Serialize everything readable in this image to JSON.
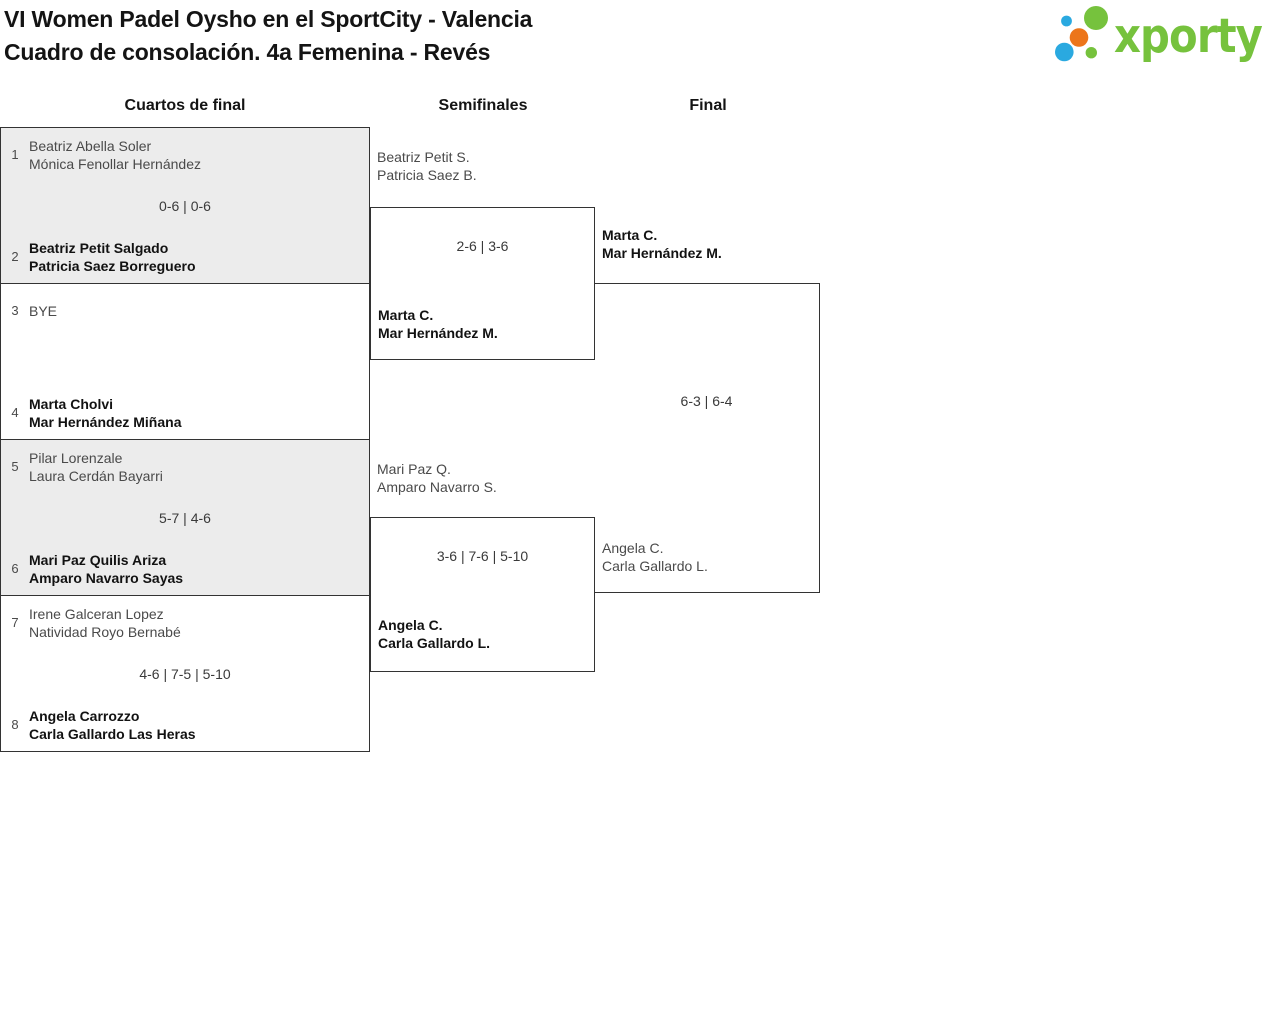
{
  "header": {
    "title_line1": "VI Women Padel Oysho en el SportCity - Valencia",
    "title_line2": "Cuadro de consolación. 4a Femenina - Revés"
  },
  "logo": {
    "wordmark": "xporty",
    "colors": {
      "green": "#76c23d",
      "blue": "#2aa9e0",
      "orange": "#ec751a"
    }
  },
  "columns": {
    "quarterfinals": "Cuartos de final",
    "semifinals": "Semifinales",
    "final": "Final"
  },
  "bracket": {
    "quarterfinals": [
      {
        "top": {
          "seed": "1",
          "line1": "Beatriz Abella Soler",
          "line2": "Mónica Fenollar Hernández",
          "winner": false
        },
        "score": "0-6 | 0-6",
        "bottom": {
          "seed": "2",
          "line1": "Beatriz Petit Salgado",
          "line2": "Patricia Saez Borreguero",
          "winner": true
        }
      },
      {
        "top": {
          "seed": "3",
          "line1": "BYE",
          "line2": "",
          "winner": false
        },
        "score": "",
        "bottom": {
          "seed": "4",
          "line1": "Marta Cholvi",
          "line2": "Mar Hernández Miñana",
          "winner": true
        }
      },
      {
        "top": {
          "seed": "5",
          "line1": "Pilar Lorenzale",
          "line2": "Laura Cerdán Bayarri",
          "winner": false
        },
        "score": "5-7 | 4-6",
        "bottom": {
          "seed": "6",
          "line1": "Mari Paz Quilis Ariza",
          "line2": "Amparo Navarro Sayas",
          "winner": true
        }
      },
      {
        "top": {
          "seed": "7",
          "line1": "Irene Galceran Lopez",
          "line2": "Natividad Royo Bernabé",
          "winner": false
        },
        "score": "4-6 | 7-5 | 5-10",
        "bottom": {
          "seed": "8",
          "line1": "Angela Carrozzo",
          "line2": "Carla Gallardo Las Heras",
          "winner": true
        }
      }
    ],
    "semifinals": [
      {
        "top": {
          "line1": "Beatriz Petit S.",
          "line2": "Patricia Saez B.",
          "winner": false
        },
        "score": "2-6 | 3-6",
        "bottom": {
          "line1": "Marta C.",
          "line2": "Mar Hernández M.",
          "winner": true
        }
      },
      {
        "top": {
          "line1": "Mari Paz Q.",
          "line2": "Amparo Navarro S.",
          "winner": false
        },
        "score": "3-6 | 7-6 | 5-10",
        "bottom": {
          "line1": "Angela C.",
          "line2": "Carla Gallardo L.",
          "winner": true
        }
      }
    ],
    "final": {
      "top": {
        "line1": "Marta C.",
        "line2": "Mar Hernández M.",
        "winner": true
      },
      "score": "6-3 | 6-4",
      "bottom": {
        "line1": "Angela C.",
        "line2": "Carla Gallardo L.",
        "winner": false
      }
    }
  }
}
